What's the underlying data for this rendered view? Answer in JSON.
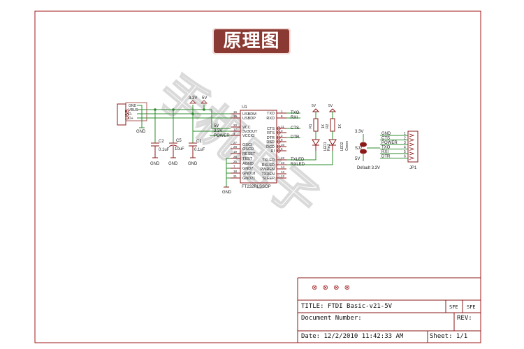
{
  "banner": {
    "title": "原理图"
  },
  "watermark": {
    "text": "手机电子",
    "color": "#c8c8c8"
  },
  "colors": {
    "frame": "#8b1a1a",
    "wire": "#2d8c2d",
    "part": "#8b1a1a",
    "text": "#222222"
  },
  "usb": {
    "label": "USB",
    "pins": [
      "GND",
      "VBUS",
      "D-",
      "D+"
    ],
    "gnd": "GND"
  },
  "power": {
    "v33": "3.3V",
    "v5": "5V",
    "v5b": "5V",
    "v5c": "5V"
  },
  "caps": [
    {
      "ref": "C2",
      "value": "0.1uF",
      "gnd": "GND"
    },
    {
      "ref": "C5",
      "value": "10uF",
      "gnd": "GND"
    },
    {
      "ref": "C1",
      "value": "0.1uF",
      "gnd": "GND"
    }
  ],
  "ic": {
    "ref": "U1",
    "name": "FT232RLSSOP",
    "left_pins": [
      {
        "num": "16",
        "name": "USBDM"
      },
      {
        "num": "15",
        "name": "USBDP"
      },
      {
        "num": "20",
        "name": "VCC"
      },
      {
        "num": "17",
        "name": "3V3OUT"
      },
      {
        "num": "4",
        "name": "VCCIO"
      },
      {
        "num": "27",
        "name": "OSCI"
      },
      {
        "num": "28",
        "name": "OSCO"
      },
      {
        "num": "19",
        "name": "RESET"
      },
      {
        "num": "26",
        "name": "TEST"
      },
      {
        "num": "25",
        "name": "AGND"
      },
      {
        "num": "7",
        "name": "GND7"
      },
      {
        "num": "18",
        "name": "GND18"
      },
      {
        "num": "21",
        "name": "GND21"
      }
    ],
    "right_pins": [
      {
        "num": "1",
        "name": "TXD"
      },
      {
        "num": "5",
        "name": "RXD"
      },
      {
        "num": "11",
        "name": "CTS"
      },
      {
        "num": "3",
        "name": "RTS"
      },
      {
        "num": "2",
        "name": "DTR"
      },
      {
        "num": "9",
        "name": "DSR"
      },
      {
        "num": "10",
        "name": "DCD"
      },
      {
        "num": "6",
        "name": "RI"
      },
      {
        "num": "22",
        "name": "TXLED"
      },
      {
        "num": "23",
        "name": "RXLED"
      },
      {
        "num": "14",
        "name": "PWREN"
      },
      {
        "num": "13",
        "name": "TXDEN"
      },
      {
        "num": "12",
        "name": "SLEEP"
      }
    ],
    "net_left": [
      "5V",
      "3.3V",
      "POWER"
    ],
    "net_right": [
      "TXO",
      "RXI",
      "CTS",
      "DTR",
      "TXLED",
      "RXLED"
    ],
    "gnd": "GND"
  },
  "leds": [
    {
      "res": "R1",
      "res_val": "1K",
      "led": "LED1",
      "color": "Red"
    },
    {
      "res": "R2",
      "res_val": "1K",
      "led": "LED2",
      "color": "Green"
    }
  ],
  "jumper": {
    "ref": "SJ2",
    "v33": "3.3V",
    "v5": "5V",
    "note": "Default 3.3V"
  },
  "header": {
    "ref": "JP1",
    "pins": [
      {
        "num": "1",
        "name": "GND"
      },
      {
        "num": "2",
        "name": "CTS"
      },
      {
        "num": "3",
        "name": "POWER"
      },
      {
        "num": "4",
        "name": "TXO"
      },
      {
        "num": "5",
        "name": "RXI"
      },
      {
        "num": "6",
        "name": "DTR"
      }
    ]
  },
  "titleblock": {
    "logo": "⊗ ⊗ ⊗ ⊗",
    "title": "TITLE: FTDI Basic-v21-5V",
    "sfe1": "SFE",
    "sfe2": "SFE",
    "docnum": "Document Number:",
    "rev": "REV:",
    "date": "Date: 12/2/2010 11:42:33 AM",
    "sheet": "Sheet: 1/1"
  }
}
